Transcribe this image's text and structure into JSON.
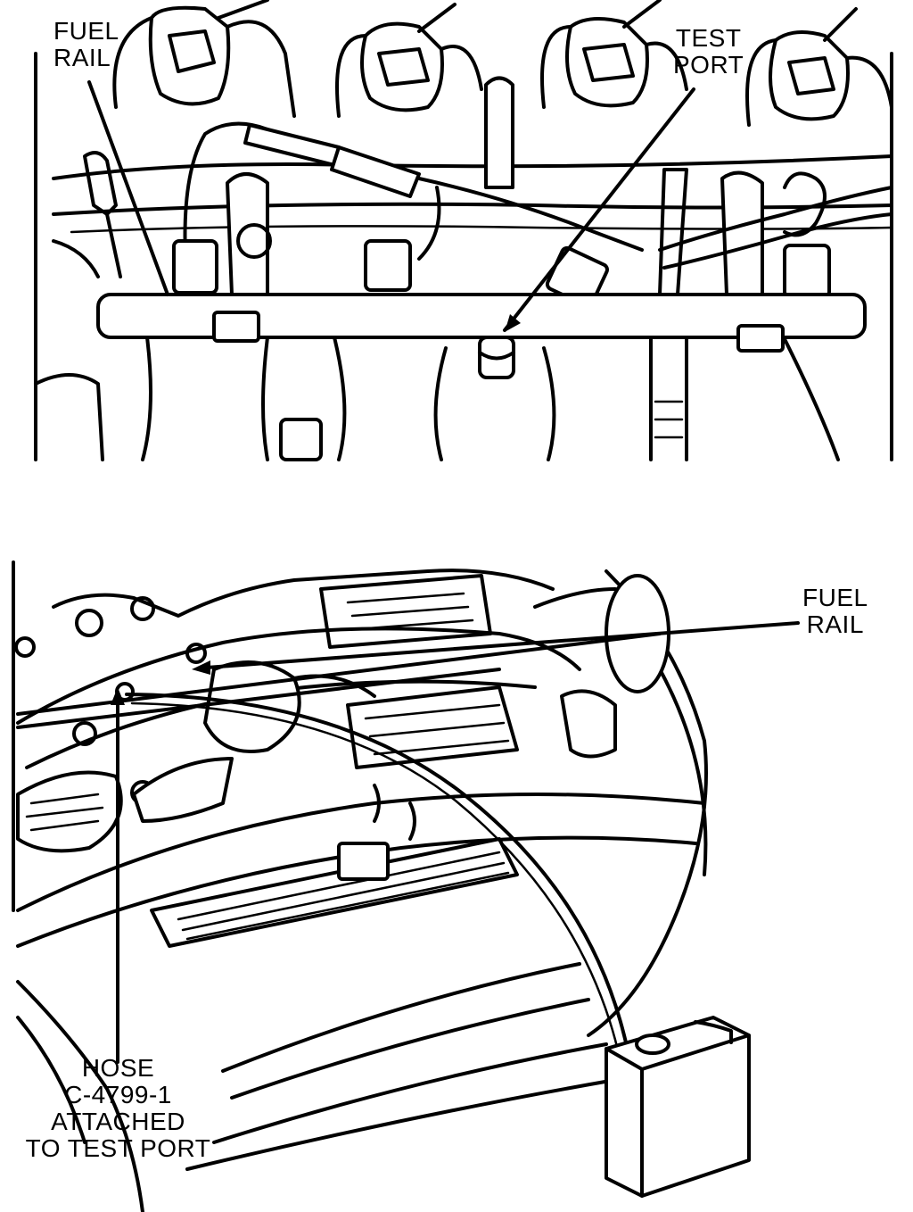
{
  "top_view": {
    "labels": {
      "fuel_rail": [
        "FUEL",
        "RAIL"
      ],
      "test_port": [
        "TEST",
        "PORT"
      ]
    }
  },
  "bottom_view": {
    "labels": {
      "fuel_rail": [
        "FUEL",
        "RAIL"
      ],
      "hose": [
        "HOSE",
        "C-4799-1",
        "ATTACHED",
        "TO TEST PORT"
      ]
    }
  },
  "colors": {
    "ink": "#000000",
    "paper": "#ffffff"
  }
}
